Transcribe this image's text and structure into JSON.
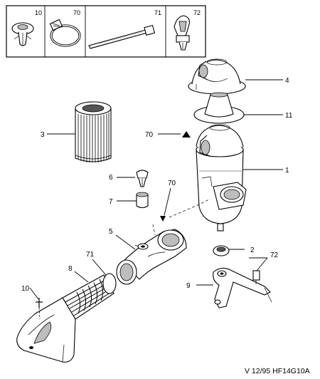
{
  "hardware_panel": {
    "cells": [
      {
        "number": "10",
        "icon": "push-rivet-icon"
      },
      {
        "number": "70",
        "icon": "hose-clamp-icon"
      },
      {
        "number": "71",
        "icon": "cable-tie-icon"
      },
      {
        "number": "72",
        "icon": "clip-fastener-icon"
      }
    ]
  },
  "callouts": {
    "c4": "4",
    "c11": "11",
    "c70_top": "70",
    "c3": "3",
    "c1": "1",
    "c6": "6",
    "c70_mid": "70",
    "c7": "7",
    "c5": "5",
    "c2": "2",
    "c71": "71",
    "c72": "72",
    "c8": "8",
    "c9": "9",
    "c10": "10"
  },
  "reference": "V 12/95 HF14G10A"
}
